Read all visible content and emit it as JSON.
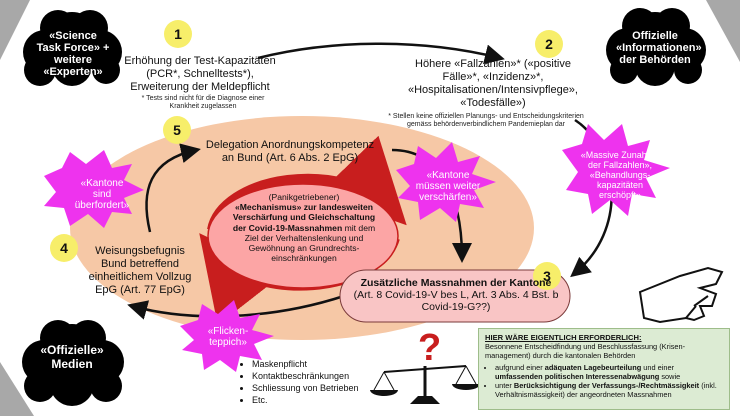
{
  "clouds": {
    "tl": "«Science Task Force» + weitere «Experten»",
    "tr": "Offizielle «Informationen» der Behörden",
    "bl": "«Offizielle» Medien"
  },
  "steps": {
    "s1": {
      "num": "1",
      "text": "Erhöhung der Test-Kapazitäten (PCR*, Schnelltests*), Erweiterung der Meldepflicht",
      "note": "* Tests sind nicht für die Diagnose einer Krankheit zugelassen"
    },
    "s2": {
      "num": "2",
      "text": "Höhere «Fallzahlen»* («positive Fälle»*, «Inzidenz»*, «Hospitalisationen/Intensivpflege», «Todesfälle»)",
      "note": "* Stellen keine offiziellen Planungs- und Entscheidungskriterien gemäss behördenverbindlichem Pandemieplan dar"
    },
    "s3": {
      "num": "3",
      "title": "Zusätzliche Massnahmen der Kantone",
      "detail": " (Art. 8 Covid-19-V bes L, Art. 3 Abs. 4 Bst. b Covid-19-G??)"
    },
    "s4": {
      "num": "4",
      "text": "Weisungsbefugnis Bund betreffend einheitlichem Vollzug EpG (Art. 77 EpG)"
    },
    "s5": {
      "num": "5",
      "text": "Delegation Anordnungskompetenz an Bund (Art. 6 Abs. 2 EpG)"
    }
  },
  "center": {
    "pre": "(Panikgetriebener)",
    "bold": "«Mechanismus» zur landesweiten Verschärfung und Gleichschaltung der Covid-19-Massnahmen",
    "rest": " mit dem Ziel der Verhaltenslenkung und Gewöhnung an Grundrechts-einschränkungen"
  },
  "stars": {
    "left": "«Kantone sind überfordert»",
    "middle": "«Kantone müssen weiter verschärfen»",
    "right": "«Massive Zunahme der Fallzahlen», «Behandlungs-kapazitäten erschöpft»",
    "bottom": "«Flicken-teppich»"
  },
  "measures": [
    "Maskenpflicht",
    "Kontaktbeschränkungen",
    "Schliessung von Betrieben",
    "Etc."
  ],
  "box": {
    "title": "HIER WÄRE EIGENTLICH ERFORDERLICH:",
    "intro": "Besonnene Entscheidfindung und Beschlussfassung (Krisen-management) durch die kantonalen Behörden",
    "b1_pre": "aufgrund einer ",
    "b1_bold1": "adäquaten Lagebeurteilung",
    "b1_mid": " und einer ",
    "b1_bold2": "umfassenden politischen Interessenabwägung",
    "b1_post": " sowie",
    "b2_pre": "unter ",
    "b2_bold": "Berücksichtigung der Verfassungs-/Rechtmässigkeit",
    "b2_post": " (inkl. Verhältnismässigkeit) der angeordneten Massnahmen"
  },
  "colors": {
    "star": "#ee33ee",
    "circle": "#f7ee6a",
    "ellipse": "#f6c8a6",
    "cloud": "#000000",
    "box": "#dcebd3"
  }
}
